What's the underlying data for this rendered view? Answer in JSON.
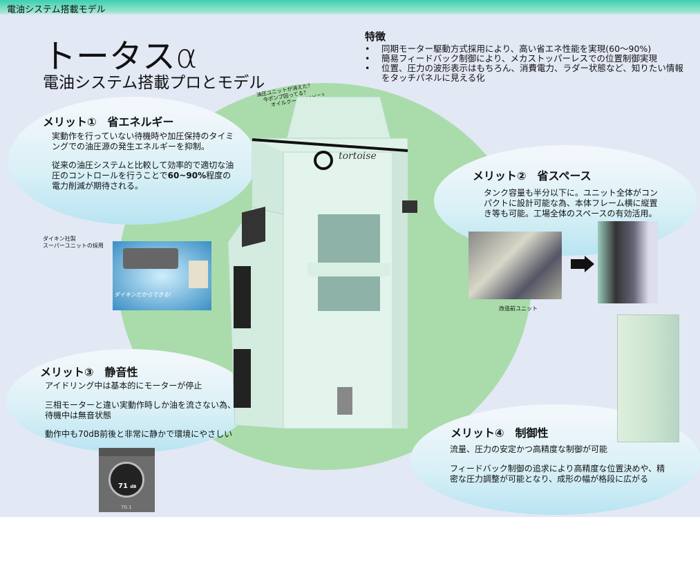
{
  "header": {
    "title": "電油システム搭載モデル"
  },
  "title": "トータスα",
  "subtitle": "電油システム搭載プロとモデル",
  "features": {
    "heading": "特徴",
    "items": [
      "同期モーター駆動方式採用により、高い省エネ性能を実現(60～90%)",
      "簡易フィードバック制御により、メカストッパーレスでの位置制御実現",
      "位置、圧力の波形表示はもちろん、消費電力、ラダー状態など、知りたい情報をタッチパネルに見える化"
    ]
  },
  "callout": [
    "油圧ユニットが消えた？",
    "今ポンプ回ってる？",
    "オイルクーラーはどこ？"
  ],
  "machine": {
    "logo": "tortoise"
  },
  "merit1": {
    "title": "メリット①　省エネルギー",
    "p1": "実動作を行っていない待機時や加圧保持のタイミングでの油圧源の発生エネルギーを抑制。",
    "p2a": "従来の油圧システムと比較して効率的で適切な油圧のコントロールを行うことで",
    "p2b": "60~90%",
    "p2c": "程度の電力削減が期待される。"
  },
  "daikin": {
    "caption": [
      "ダイキン社製",
      "スーパーユニットの採用"
    ],
    "photo_text": "ダイキンだからできる!"
  },
  "merit2": {
    "title": "メリット②　省スペース",
    "text": "タンク容量も半分以下に。ユニット全体がコンパクトに設計可能な為、本体フレーム横に縦置き等も可能。工場全体のスペースの有効活用。",
    "before_caption": "改造前ユニット"
  },
  "merit3": {
    "title": "メリット③　静音性",
    "p1": "アイドリング中は基本的にモーターが停止",
    "p2": "三相モーターと違い実動作時しか油を流さない為、待機中は無音状態",
    "p3": "動作中も70dB前後と非常に静かで環境にやさしい"
  },
  "meter": {
    "value": "71",
    "unit": "dB",
    "avg": "70.1"
  },
  "merit4": {
    "title": "メリット④　制御性",
    "p1": "流量、圧力の安定かつ高精度な制御が可能",
    "p2": "フィードバック制御の追求により高精度な位置決めや、精密な圧力調整が可能となり、成形の幅が格段に広がる"
  }
}
